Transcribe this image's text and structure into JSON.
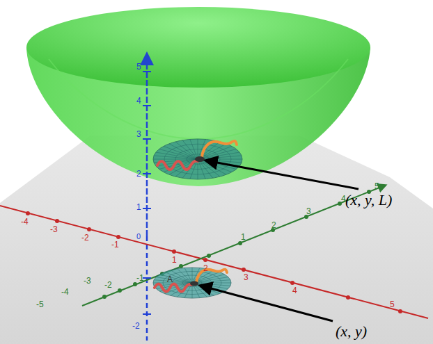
{
  "diagram": {
    "labels": [
      "5",
      "4",
      "3",
      "2",
      "1",
      "0",
      "-2",
      "-4",
      "-3",
      "-2",
      "-1",
      "1",
      "2",
      "3",
      "4",
      "5",
      "5",
      "4",
      "3",
      "2",
      "1",
      "-1",
      "-2",
      "-3",
      "-4",
      "-5",
      "A",
      "(x, y, L)",
      "(x, y)"
    ]
  }
}
